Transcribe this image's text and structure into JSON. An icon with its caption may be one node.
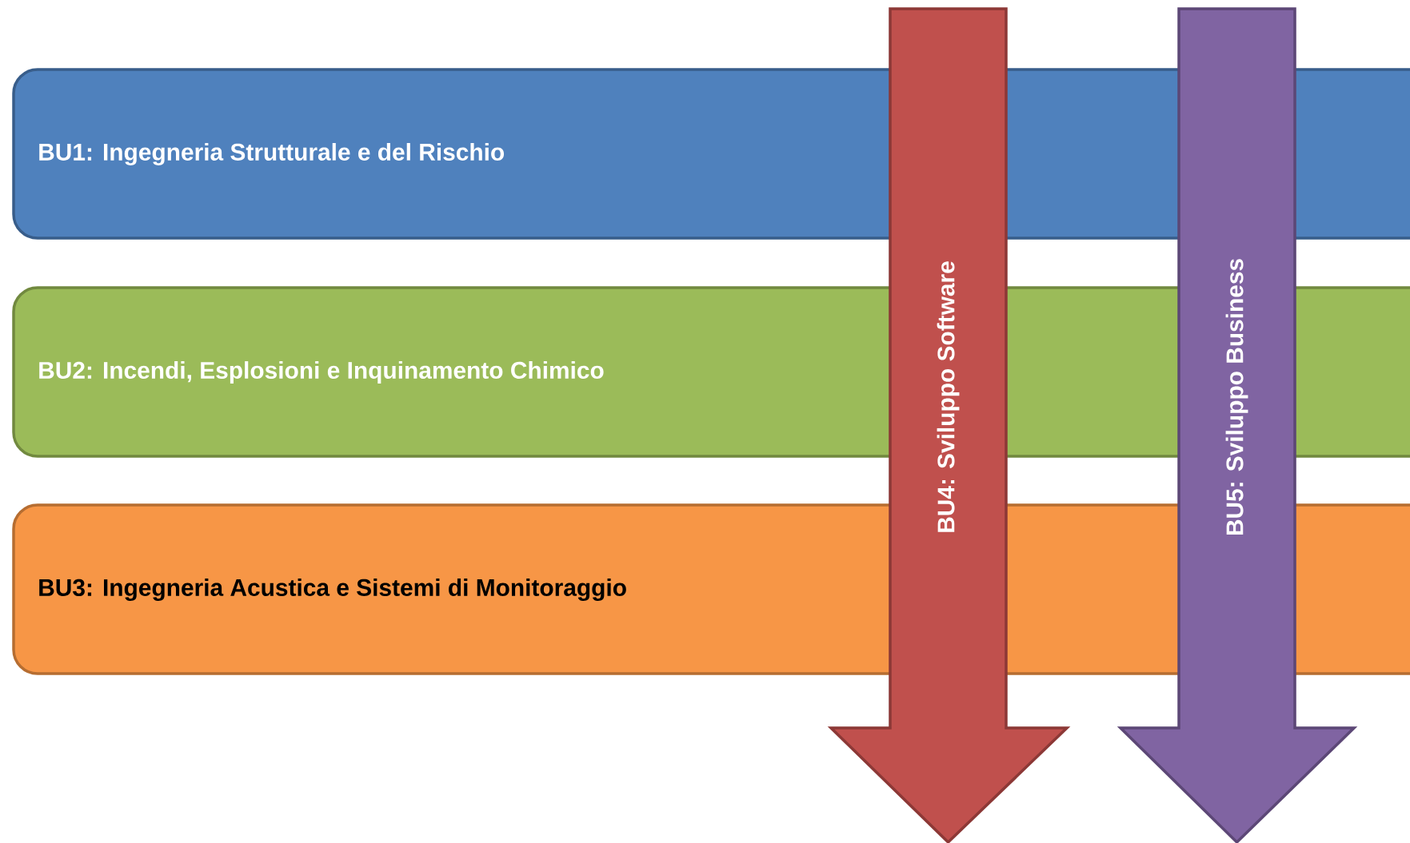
{
  "diagram": {
    "nodes": [
      {
        "text": [
          "BU1: Ingegneria Strutturale e del Rischio"
        ]
      },
      {
        "text": [
          "BU2: Incendi, Esplosioni e Inquinamento Chimico"
        ]
      },
      {
        "text": [
          "BU3: Ingegneria Acustica e Sistemi di Monitoraggio"
        ]
      },
      {
        "text": [
          "BU4: Sviluppo Software"
        ]
      },
      {
        "text": [
          "BU5: Sviluppo Business"
        ]
      }
    ]
  }
}
